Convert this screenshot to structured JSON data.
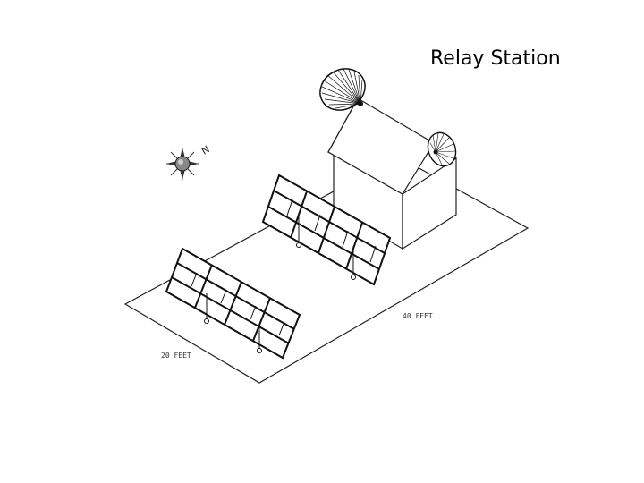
{
  "title": "Relay Station",
  "labels": {
    "width_label": "20 FEET",
    "length_label": "40 FEET",
    "compass_letter": "N"
  },
  "colors": {
    "line": "#222222",
    "background": "#ffffff"
  }
}
